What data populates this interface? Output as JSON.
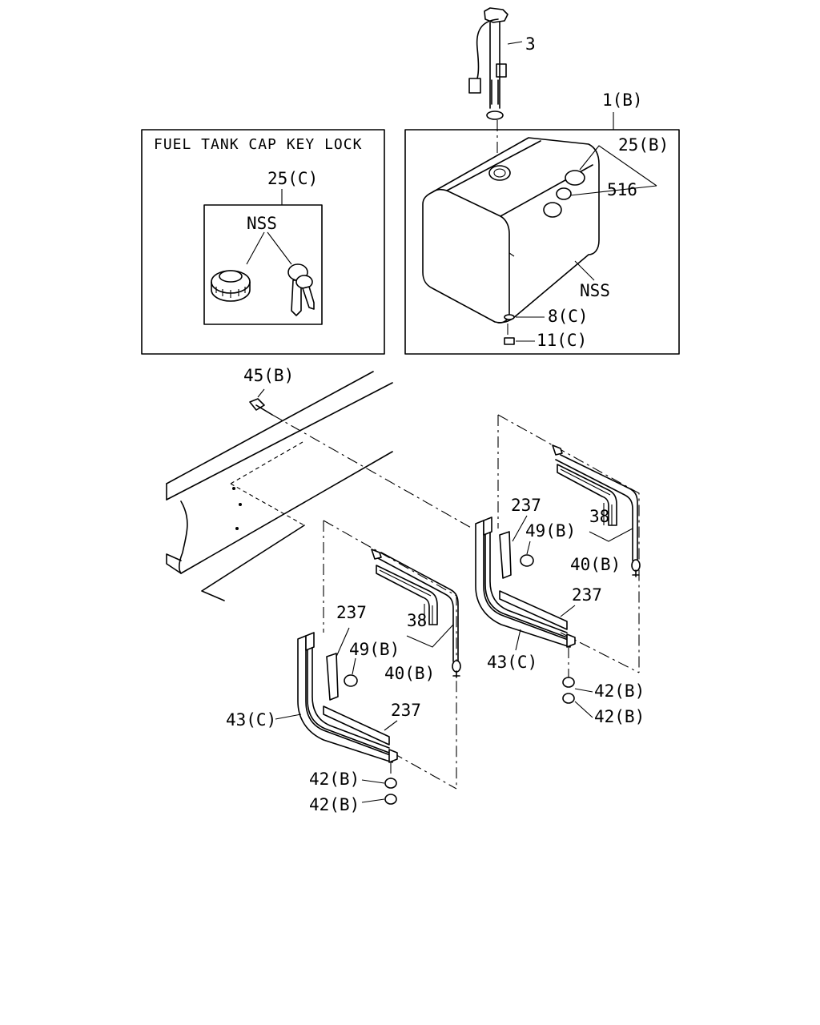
{
  "boxes": {
    "key_lock_title": "FUEL TANK CAP KEY LOCK"
  },
  "labels": {
    "p3": "3",
    "p1b": "1(B)",
    "p25b": "25(B)",
    "p516": "516",
    "nss_tank": "NSS",
    "p8c": "8(C)",
    "p11c": "11(C)",
    "p25c": "25(C)",
    "nss_cap": "NSS",
    "p45b": "45(B)",
    "right_237_upper": "237",
    "right_49b": "49(B)",
    "right_38": "38",
    "right_40b": "40(B)",
    "right_237_lower": "237",
    "right_43c": "43(C)",
    "right_42b_1": "42(B)",
    "right_42b_2": "42(B)",
    "left_237_upper": "237",
    "left_49b": "49(B)",
    "left_38": "38",
    "left_40b": "40(B)",
    "left_237_lower": "237",
    "left_43c": "43(C)",
    "left_42b_1": "42(B)",
    "left_42b_2": "42(B)"
  },
  "colors": {
    "line": "#000000",
    "background": "#ffffff"
  }
}
